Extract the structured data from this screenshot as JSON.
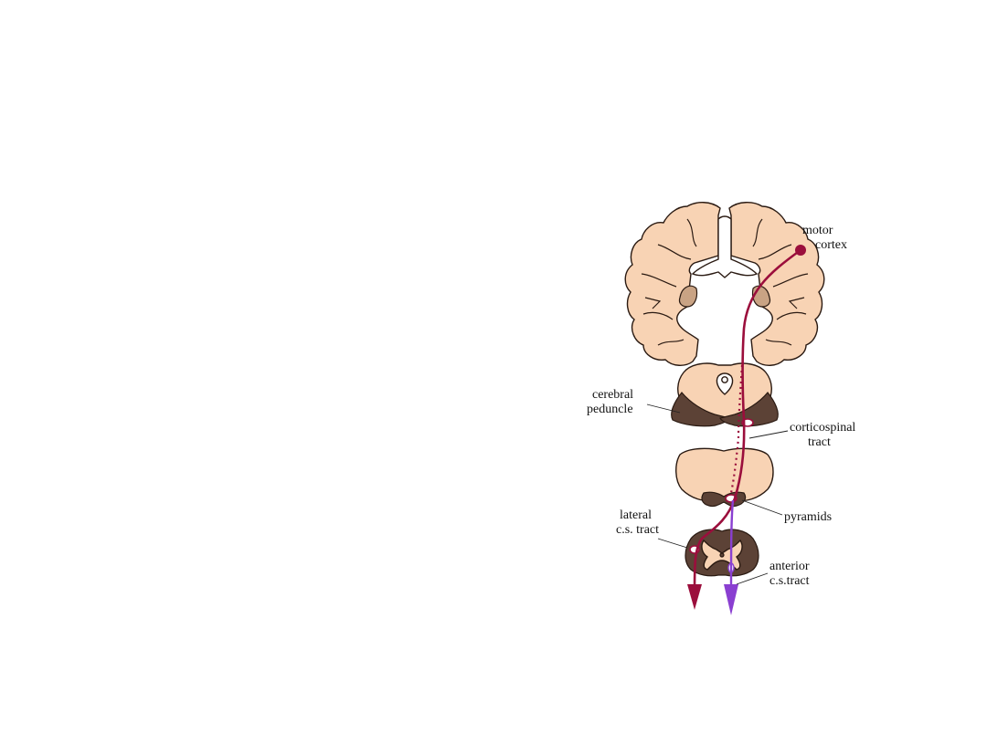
{
  "labels": {
    "motor_cortex_1": "motor",
    "motor_cortex_2": "cortex",
    "cerebral_peduncle_1": "cerebral",
    "cerebral_peduncle_2": "peduncle",
    "corticospinal_1": "corticospinal",
    "corticospinal_2": "tract",
    "pyramids": "pyramids",
    "lateral_1": "lateral",
    "lateral_2": "c.s. tract",
    "anterior_1": "anterior",
    "anterior_2": "c.s.tract"
  },
  "colors": {
    "tissue": "#f8d3b4",
    "tissue_outline": "#2a1a12",
    "dark_tissue": "#5c4236",
    "basal_ganglia": "#c9a384",
    "lateral_tract": "#9b0e3c",
    "anterior_tract": "#8a3fd1",
    "background": "#ffffff"
  }
}
